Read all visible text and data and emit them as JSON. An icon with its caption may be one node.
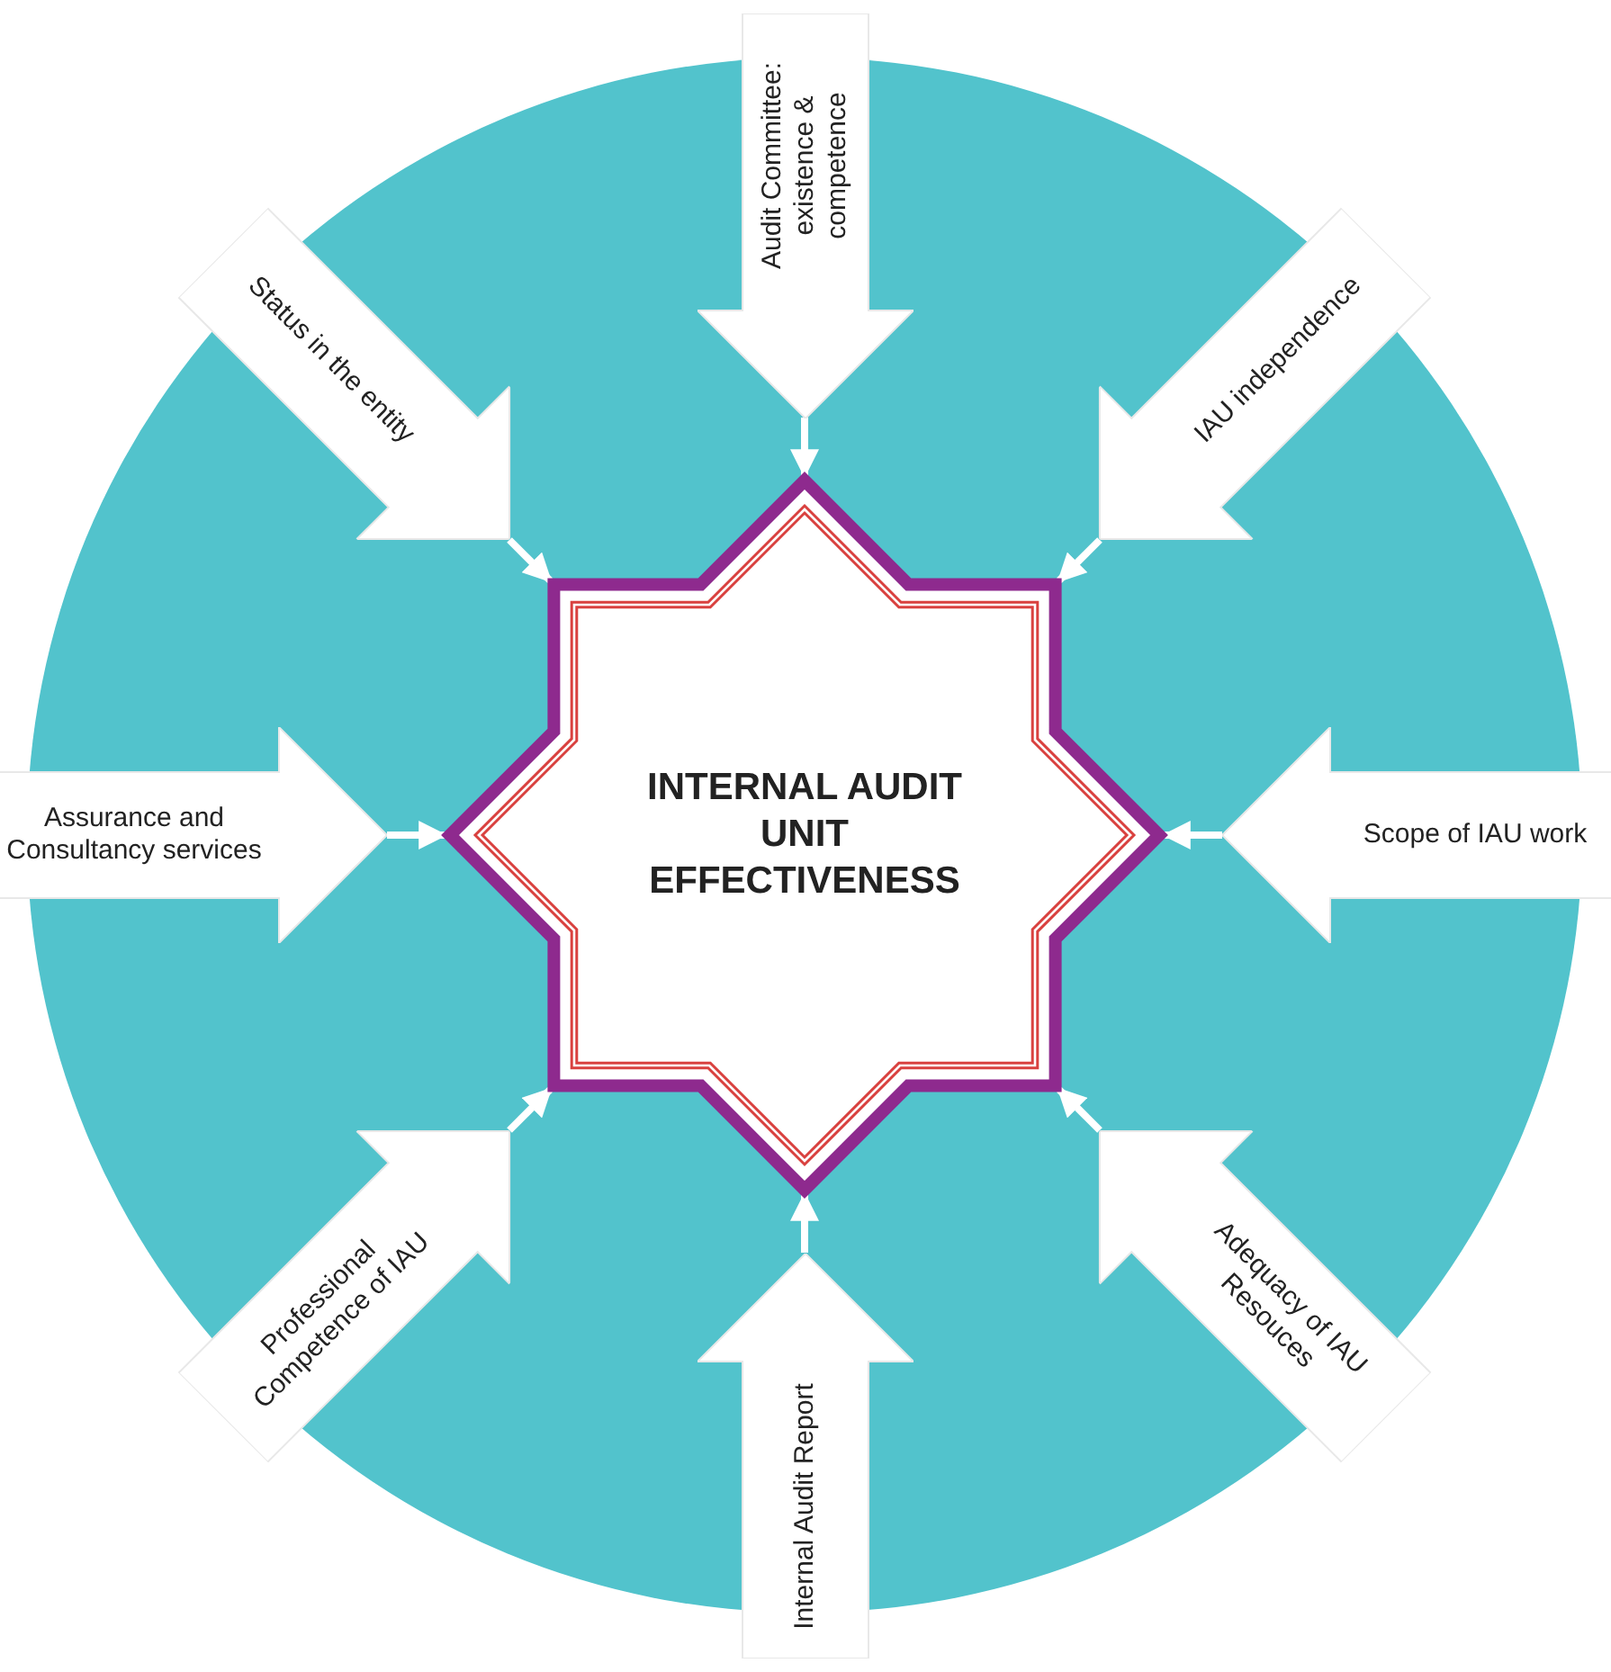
{
  "diagram": {
    "nodes": [
      {
        "text": [],
        "shape": "circle"
      },
      {
        "text": [
          "Status in the entity"
        ],
        "in": 0
      },
      {
        "text": [
          "Audit Committee: existence & competence"
        ],
        "in": 0
      },
      {
        "text": [
          "IAU independence"
        ],
        "in": 0
      },
      {
        "text": [
          "Assurance and Consultancy services"
        ],
        "in": 0
      },
      {
        "text": [
          "INTERNAL AUDIT UNIT EFFECTIVENESS"
        ],
        "in": 0
      },
      {
        "text": [
          "Scope of IAU work"
        ],
        "in": 0
      },
      {
        "text": [
          "Professional Competence of IAU"
        ],
        "in": 0
      },
      {
        "text": [
          "Internal Audit Report"
        ],
        "in": 0
      },
      {
        "text": [
          "Adequacy of IAU Resouces"
        ],
        "in": 0
      }
    ],
    "edges": [
      {
        "from": 1,
        "to": 5,
        "arrow": "to"
      },
      {
        "from": 2,
        "to": 5,
        "arrow": "to"
      },
      {
        "from": 3,
        "to": 5,
        "arrow": "to"
      },
      {
        "from": 4,
        "to": 5,
        "arrow": "to"
      },
      {
        "from": 6,
        "to": 5,
        "arrow": "to"
      },
      {
        "from": 7,
        "to": 5,
        "arrow": "to"
      },
      {
        "from": 8,
        "to": 5,
        "arrow": "to"
      },
      {
        "from": 9,
        "to": 5,
        "arrow": "to"
      }
    ]
  }
}
